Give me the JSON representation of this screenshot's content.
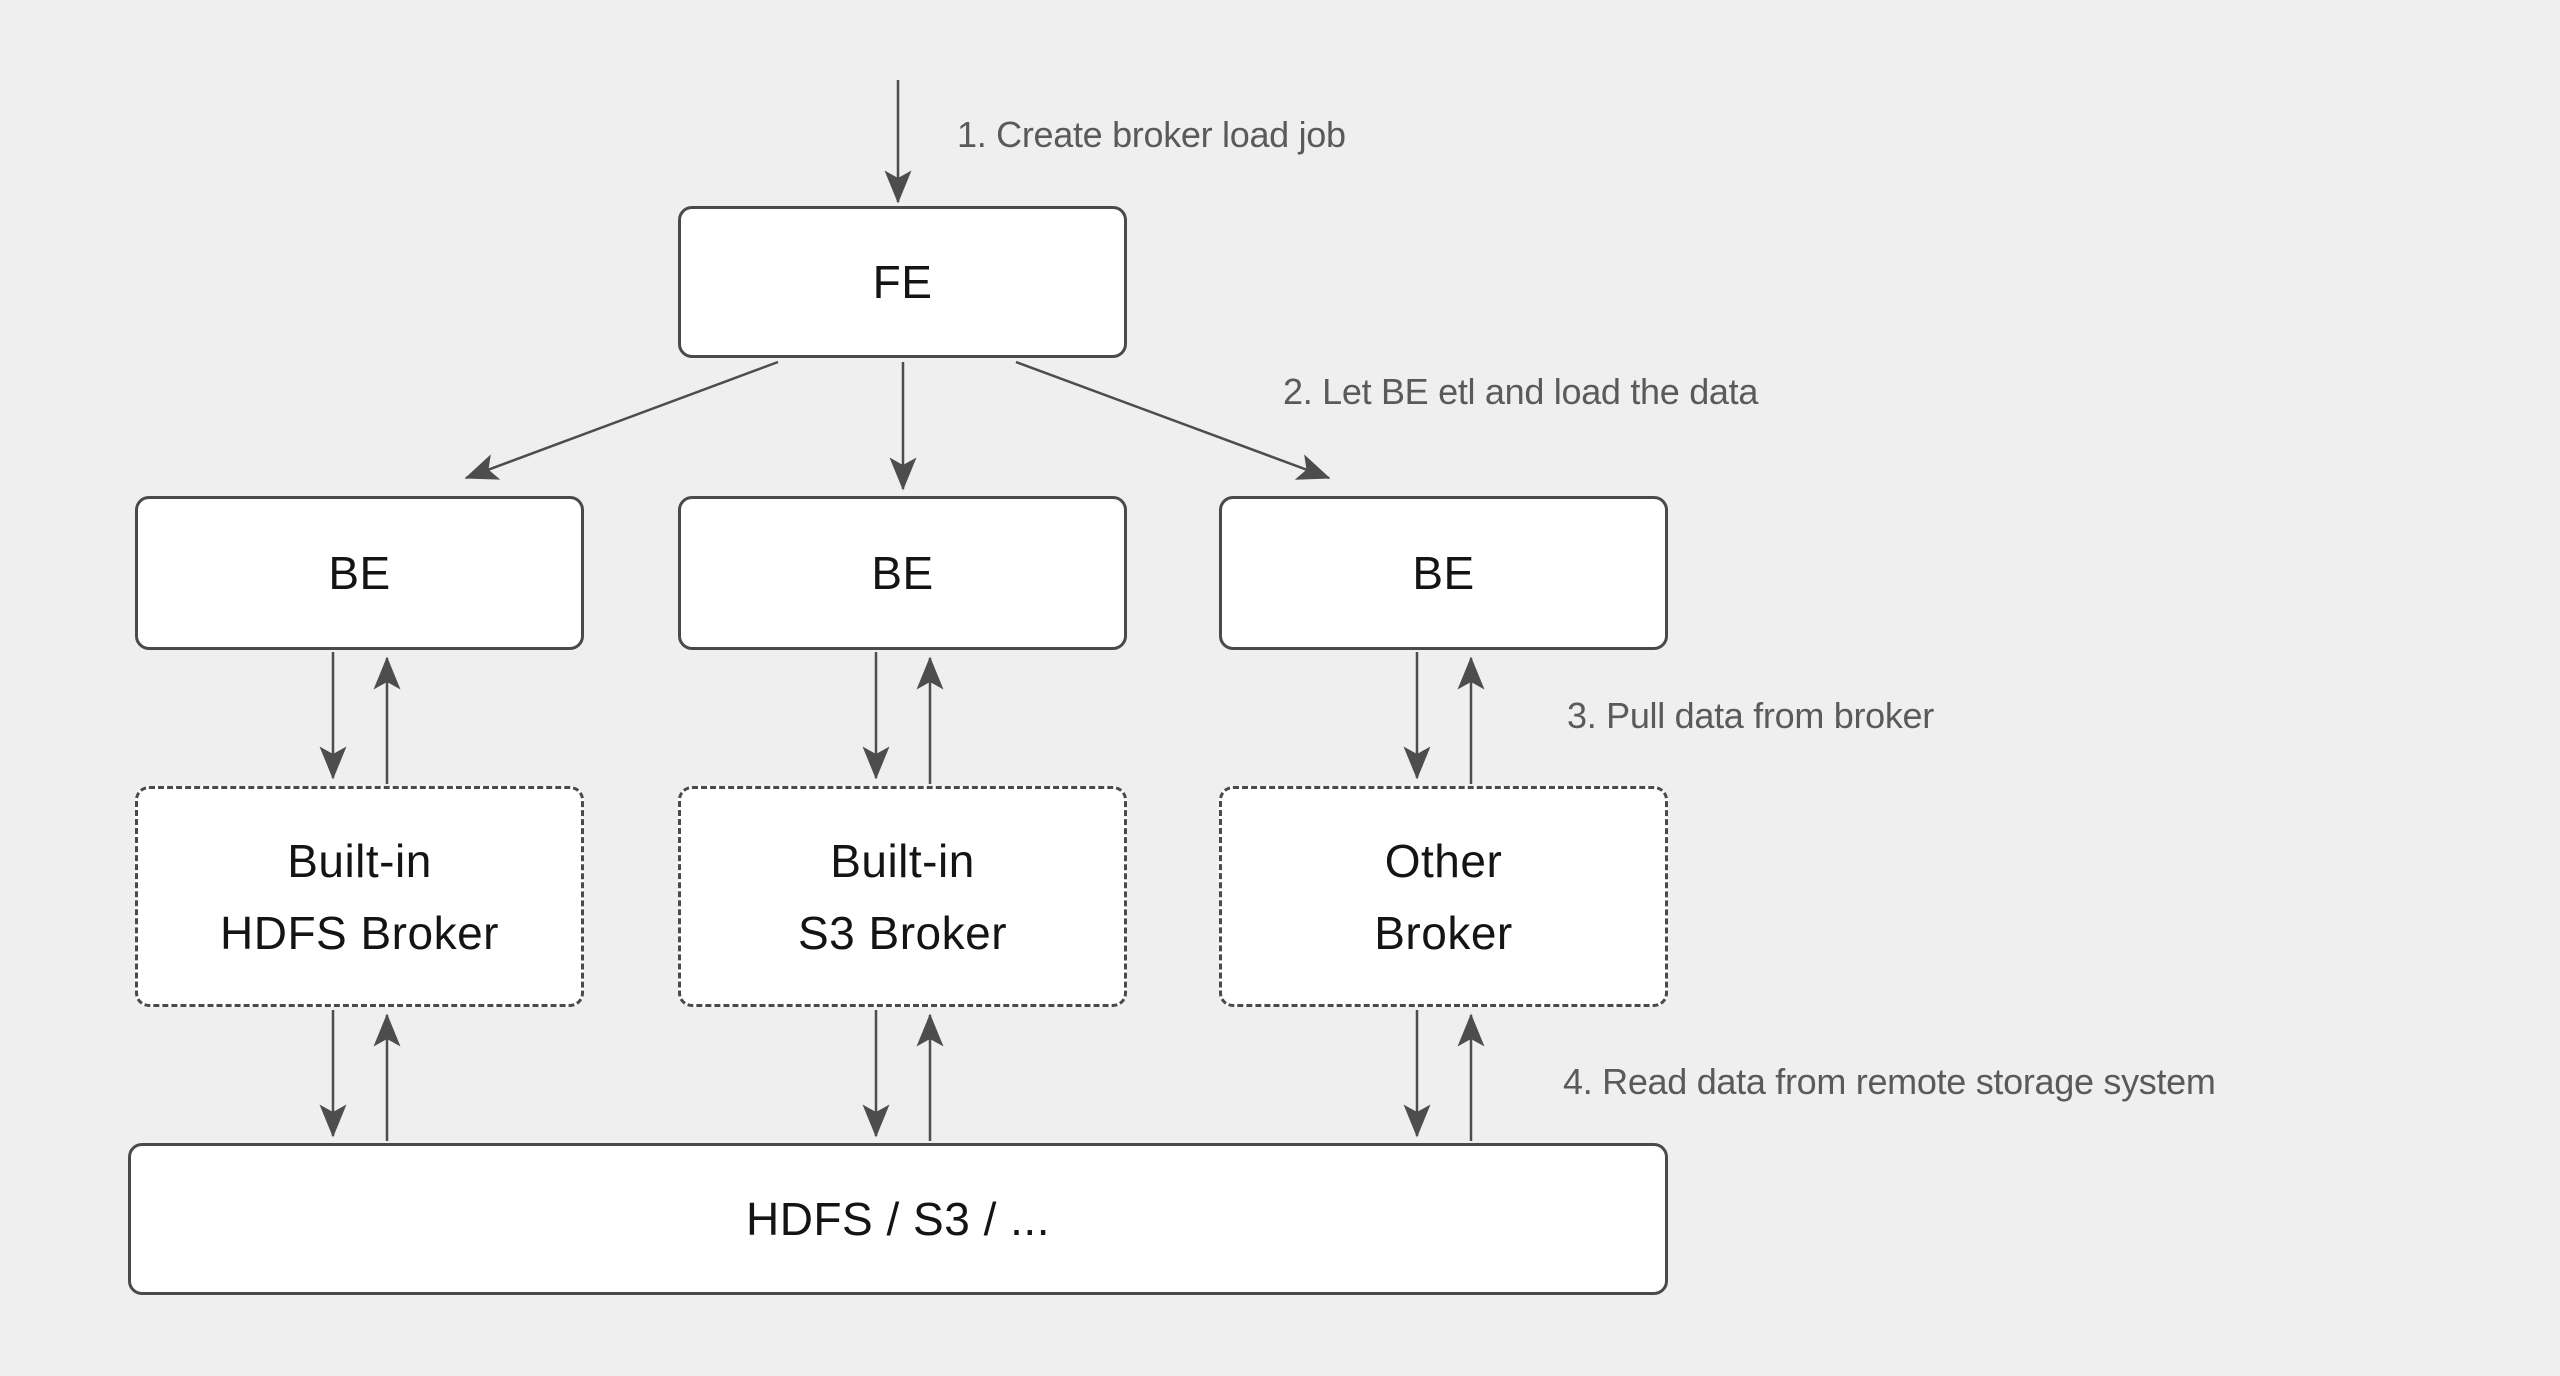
{
  "diagram": {
    "colors": {
      "background": "#efefef",
      "node_fill": "#ffffff",
      "node_border": "#4a4a4a",
      "arrow": "#4d4d4d",
      "node_text": "#141414",
      "annotation_text": "#5a5a5a"
    },
    "nodes": {
      "fe": {
        "label": "FE"
      },
      "be_1": {
        "label": "BE"
      },
      "be_2": {
        "label": "BE"
      },
      "be_3": {
        "label": "BE"
      },
      "broker_hdfs": {
        "line1": "Built-in",
        "line2": "HDFS Broker"
      },
      "broker_s3": {
        "line1": "Built-in",
        "line2": "S3 Broker"
      },
      "broker_other": {
        "line1": "Other",
        "line2": "Broker"
      },
      "storage": {
        "label": "HDFS / S3 / ..."
      }
    },
    "annotations": {
      "step1": "1. Create broker load job",
      "step2": "2. Let BE etl and load the data",
      "step3": "3. Pull data from broker",
      "step4": "4. Read data from remote storage system"
    }
  }
}
